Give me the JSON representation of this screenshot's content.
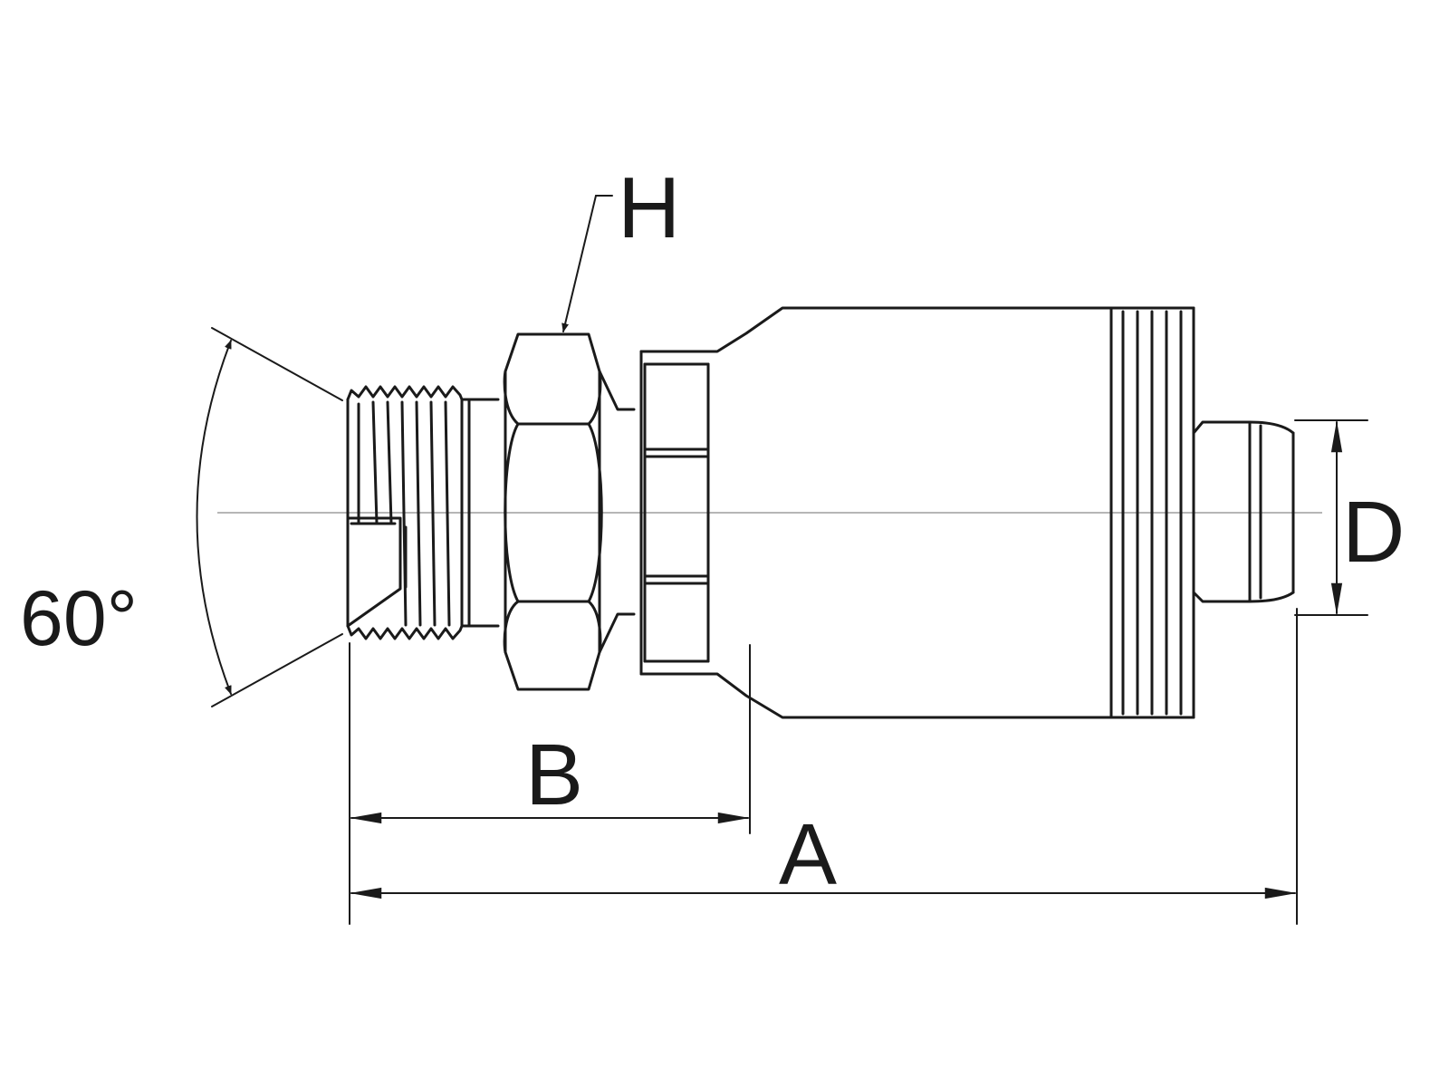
{
  "labels": {
    "angle": "60°",
    "hex": "H",
    "length_b": "B",
    "length_a": "A",
    "diameter_d": "D"
  },
  "colors": {
    "stroke": "#1a1a1a",
    "centerline": "#8a8a8a",
    "background": "#ffffff"
  }
}
